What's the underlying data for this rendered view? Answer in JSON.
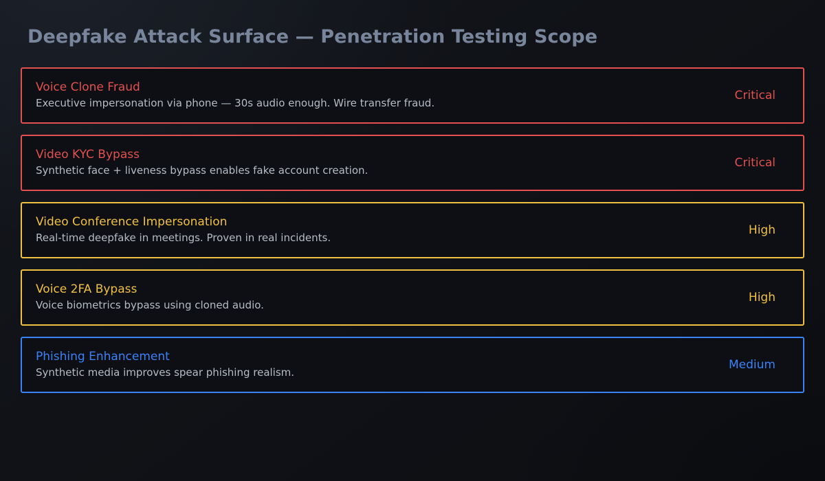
{
  "header": {
    "title": "Deepfake Attack Surface — Penetration Testing Scope"
  },
  "theme": {
    "page_background": "#111318",
    "card_background": "#0d0f14",
    "title_color": "#78859b",
    "description_color": "#b6bcc6",
    "severity_colors": {
      "Critical": "#e2514f",
      "High": "#f0c040",
      "Medium": "#3b82f6"
    }
  },
  "risks": [
    {
      "title": "Voice Clone Fraud",
      "description": "Executive impersonation via phone — 30s audio enough. Wire transfer fraud.",
      "severity": "Critical",
      "severity_key": "critical"
    },
    {
      "title": "Video KYC Bypass",
      "description": "Synthetic face + liveness bypass enables fake account creation.",
      "severity": "Critical",
      "severity_key": "critical"
    },
    {
      "title": "Video Conference Impersonation",
      "description": "Real-time deepfake in meetings. Proven in real incidents.",
      "severity": "High",
      "severity_key": "high"
    },
    {
      "title": "Voice 2FA Bypass",
      "description": "Voice biometrics bypass using cloned audio.",
      "severity": "High",
      "severity_key": "high"
    },
    {
      "title": "Phishing Enhancement",
      "description": "Synthetic media improves spear phishing realism.",
      "severity": "Medium",
      "severity_key": "medium"
    }
  ]
}
